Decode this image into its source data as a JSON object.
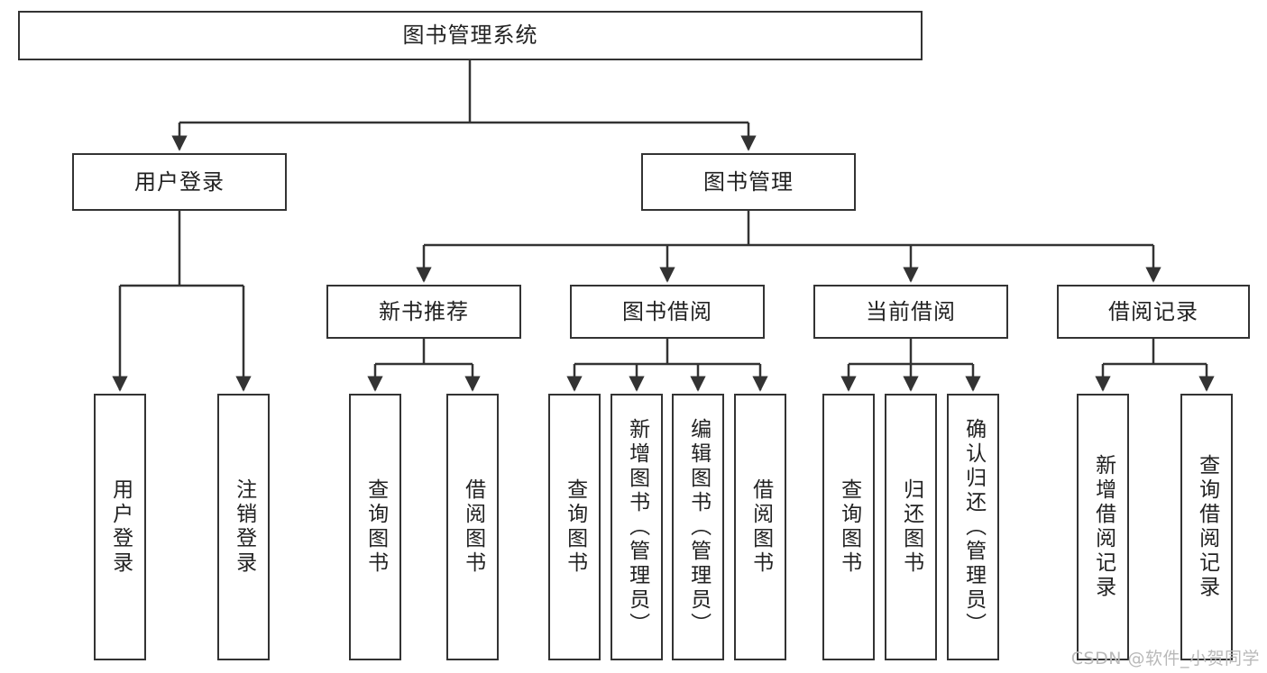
{
  "diagram": {
    "title": "图书管理系统",
    "type": "hierarchy-tree",
    "watermark": "CSDN @软件_小贺同学",
    "colors": {
      "node_border": "#333333",
      "node_fill": "#ffffff",
      "connector": "#333333",
      "text": "#222222",
      "watermark": "#b9b9b9"
    },
    "levels": {
      "root": "图书管理系统",
      "level2": [
        "用户登录",
        "图书管理"
      ],
      "level3": [
        "新书推荐",
        "图书借阅",
        "当前借阅",
        "借阅记录"
      ]
    },
    "nodes": {
      "root": {
        "label": "图书管理系统"
      },
      "user_login": {
        "label": "用户登录"
      },
      "book_manage": {
        "label": "图书管理"
      },
      "new_book_rec": {
        "label": "新书推荐"
      },
      "book_borrow": {
        "label": "图书借阅"
      },
      "current_borrow": {
        "label": "当前借阅"
      },
      "borrow_record": {
        "label": "借阅记录"
      },
      "leaf_user_login": {
        "label": "用户登录"
      },
      "leaf_logout": {
        "label": "注销登录"
      },
      "leaf_query_book_1": {
        "label": "查询图书"
      },
      "leaf_borrow_book_1": {
        "label": "借阅图书"
      },
      "leaf_query_book_2": {
        "label": "查询图书"
      },
      "leaf_add_book": {
        "label": "新增图书（管理员）"
      },
      "leaf_edit_book": {
        "label": "编辑图书（管理员）"
      },
      "leaf_borrow_book_2": {
        "label": "借阅图书"
      },
      "leaf_query_book_3": {
        "label": "查询图书"
      },
      "leaf_return_book": {
        "label": "归还图书"
      },
      "leaf_confirm_return": {
        "label": "确认归还（管理员）"
      },
      "leaf_add_record": {
        "label": "新增借阅记录"
      },
      "leaf_query_record": {
        "label": "查询借阅记录"
      }
    },
    "edges": [
      {
        "from": "图书管理系统",
        "to": "用户登录"
      },
      {
        "from": "图书管理系统",
        "to": "图书管理"
      },
      {
        "from": "用户登录",
        "to": "用户登录"
      },
      {
        "from": "用户登录",
        "to": "注销登录"
      },
      {
        "from": "图书管理",
        "to": "新书推荐"
      },
      {
        "from": "图书管理",
        "to": "图书借阅"
      },
      {
        "from": "图书管理",
        "to": "当前借阅"
      },
      {
        "from": "图书管理",
        "to": "借阅记录"
      },
      {
        "from": "新书推荐",
        "to": "查询图书"
      },
      {
        "from": "新书推荐",
        "to": "借阅图书"
      },
      {
        "from": "图书借阅",
        "to": "查询图书"
      },
      {
        "from": "图书借阅",
        "to": "新增图书（管理员）"
      },
      {
        "from": "图书借阅",
        "to": "编辑图书（管理员）"
      },
      {
        "from": "图书借阅",
        "to": "借阅图书"
      },
      {
        "from": "当前借阅",
        "to": "查询图书"
      },
      {
        "from": "当前借阅",
        "to": "归还图书"
      },
      {
        "from": "当前借阅",
        "to": "确认归还（管理员）"
      },
      {
        "from": "借阅记录",
        "to": "新增借阅记录"
      },
      {
        "from": "借阅记录",
        "to": "查询借阅记录"
      }
    ]
  }
}
